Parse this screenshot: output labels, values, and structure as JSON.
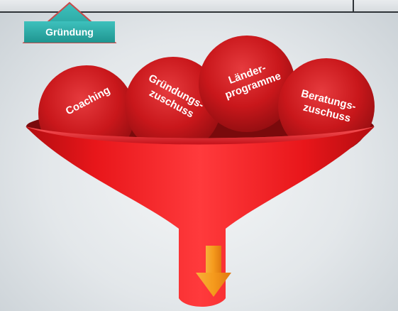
{
  "tag": {
    "label": "Gründung"
  },
  "balls": [
    {
      "label_lines": [
        "Coaching"
      ]
    },
    {
      "label_lines": [
        "Gründungs-",
        "zuschuss"
      ]
    },
    {
      "label_lines": [
        "Länder-",
        "programme"
      ]
    },
    {
      "label_lines": [
        "Beratungs-",
        "zuschuss"
      ]
    }
  ],
  "colors": {
    "funnel_red": "#e8161a",
    "ball_red": "#c9171b",
    "tag_teal": "#2aa7a4",
    "arrow_orange": "#f59a1c"
  },
  "icons": {
    "output": "arrow-down-icon"
  }
}
